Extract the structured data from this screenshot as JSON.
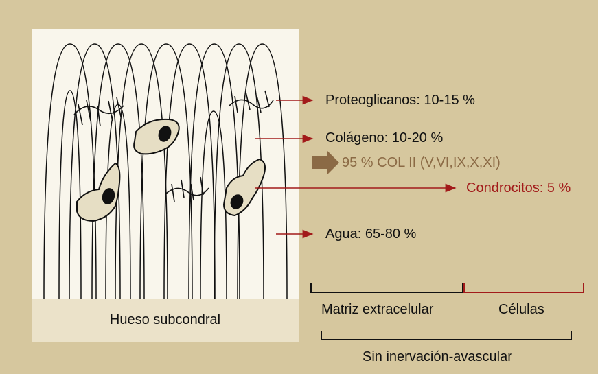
{
  "labels": {
    "proteoglicanos": "Proteoglicanos: 10-15 %",
    "colageno": "Colágeno: 10-20 %",
    "col_ii": "95 % COL II (V,VI,IX,X,XI)",
    "condrocitos": "Condrocitos: 5 %",
    "agua": "Agua: 65-80 %",
    "hueso": "Hueso subcondral",
    "matriz": "Matriz extracelular",
    "celulas": "Células",
    "sin_inervacion": "Sin inervación-avascular"
  },
  "colors": {
    "background": "#d6c79e",
    "panel": "#f9f6ec",
    "bone": "#ebe2c9",
    "arrow_red": "#a21a1a",
    "arrow_brown": "#8b6a45",
    "cell_fill": "#e6dec4"
  }
}
